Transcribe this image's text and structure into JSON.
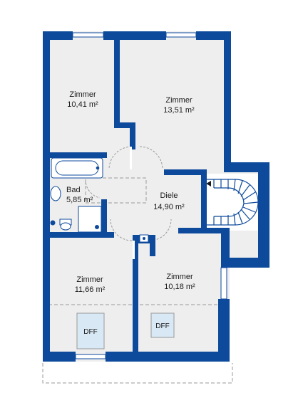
{
  "plan": {
    "colors": {
      "wall": "#0d4a9c",
      "floor": "#eeeeee",
      "skylight": "#d8e8f4",
      "dash": "#999999"
    },
    "rooms": [
      {
        "id": "zimmer-nw",
        "name": "Zimmer",
        "area": "10,41 m²"
      },
      {
        "id": "zimmer-ne",
        "name": "Zimmer",
        "area": "13,51 m²"
      },
      {
        "id": "bad",
        "name": "Bad",
        "area": "5,85 m²"
      },
      {
        "id": "diele",
        "name": "Diele",
        "area": "14,90 m²"
      },
      {
        "id": "zimmer-sw",
        "name": "Zimmer",
        "area": "11,66 m²"
      },
      {
        "id": "zimmer-se",
        "name": "Zimmer",
        "area": "10,18 m²"
      }
    ],
    "skylights": [
      {
        "id": "dff-left",
        "label": "DFF"
      },
      {
        "id": "dff-right",
        "label": "DFF"
      }
    ],
    "icons": [
      "bathtub-icon",
      "washbasin-icon",
      "toilet-icon",
      "shower-icon",
      "staircase-icon",
      "arrow-left-icon"
    ]
  }
}
